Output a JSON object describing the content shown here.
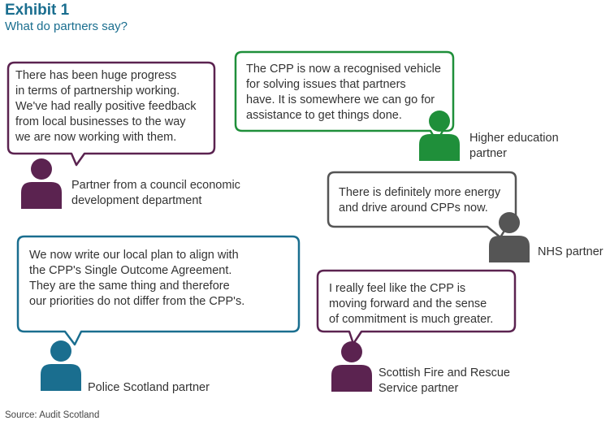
{
  "header": {
    "title": "Exhibit 1",
    "subtitle": "What do partners say?"
  },
  "quotes": [
    {
      "lines": [
        "There has been huge progress",
        "in terms of partnership working.",
        "We've had really positive feedback",
        "from local businesses to the way",
        "we are now working with them."
      ],
      "attribution": [
        "Partner from a council economic",
        "development department"
      ],
      "color": "#5b2350"
    },
    {
      "lines": [
        "The CPP is now a recognised vehicle",
        "for solving issues that partners",
        "have. It is somewhere we can go for",
        "assistance to get things done."
      ],
      "attribution": [
        "Higher education",
        "partner"
      ],
      "color": "#1f8f3a"
    },
    {
      "lines": [
        "There is definitely more energy",
        "and drive around CPPs now."
      ],
      "attribution": [
        "NHS partner"
      ],
      "color": "#555555"
    },
    {
      "lines": [
        "We now write our local plan to align with",
        "the CPP's Single Outcome Agreement.",
        "They are the same thing and therefore",
        "our priorities do not differ from the CPP's."
      ],
      "attribution": [
        "Police Scotland partner"
      ],
      "color": "#1a6e8f"
    },
    {
      "lines": [
        "I really feel like the CPP is",
        "moving forward and the sense",
        "of commitment is much greater."
      ],
      "attribution": [
        "Scottish Fire and Rescue",
        "Service partner"
      ],
      "color": "#5b2350"
    }
  ],
  "footer": {
    "source": "Source: Audit Scotland"
  }
}
